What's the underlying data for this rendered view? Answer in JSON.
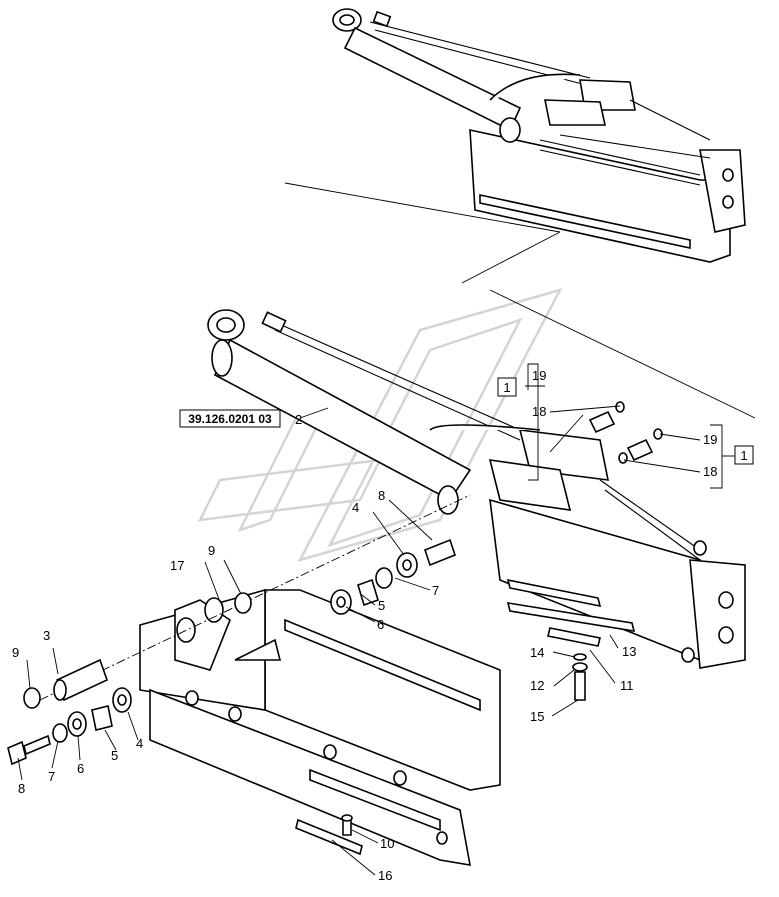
{
  "reference_box": "39.126.0201 03",
  "callouts": {
    "c1a": "1",
    "c1b": "1",
    "c2": "2",
    "c3": "3",
    "c4a": "4",
    "c4b": "4",
    "c5a": "5",
    "c5b": "5",
    "c6a": "6",
    "c6b": "6",
    "c7a": "7",
    "c7b": "7",
    "c8a": "8",
    "c8b": "8",
    "c9a": "9",
    "c9b": "9",
    "c10": "10",
    "c11": "11",
    "c12": "12",
    "c13": "13",
    "c14": "14",
    "c15": "15",
    "c16": "16",
    "c17": "17",
    "c18a": "18",
    "c18b": "18",
    "c19a": "19",
    "c19b": "19"
  }
}
